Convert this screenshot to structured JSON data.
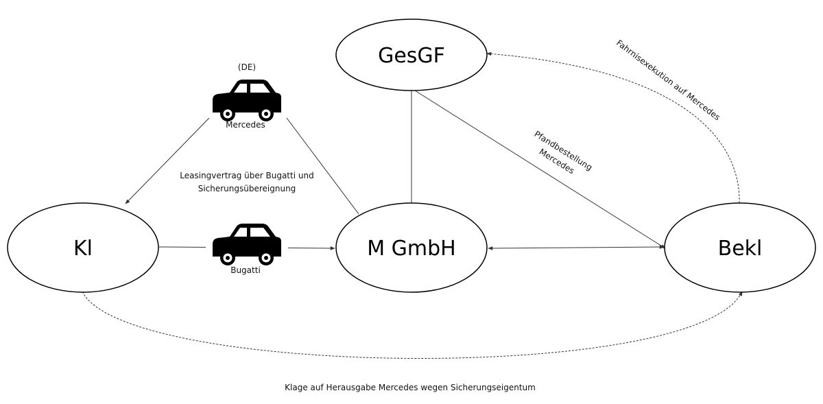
{
  "nodes": {
    "gesgf": "GesGF",
    "kl": "Kl",
    "mgmbh": "M GmbH",
    "bekl": "Bekl"
  },
  "labels": {
    "de": "(DE)",
    "mercedes_car": "Mercedes",
    "bugatti_car": "Bugatti",
    "leasing_line1": "Leasingvertrag über Bugatti und",
    "leasing_line2": "Sicherungsübereignung",
    "pfand_line1": "Pfandbestellung",
    "pfand_line2": "Mercedes",
    "fahrnis": "Fahrnisexekution auf Mercedes",
    "klage": "Klage auf Herausgabe Mercedes wegen Sicherungseigentum"
  },
  "icons": {
    "mercedes_car_icon": "car-icon",
    "bugatti_car_icon": "car-icon"
  }
}
